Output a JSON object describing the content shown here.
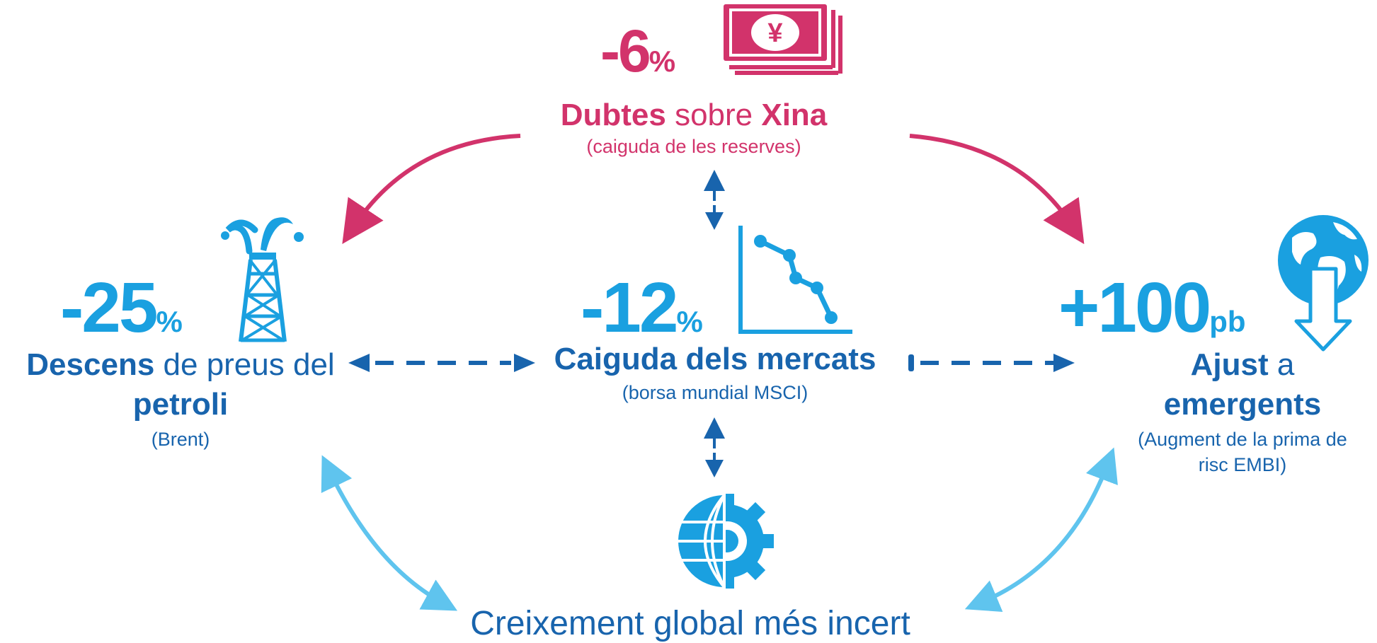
{
  "china": {
    "value": "-6",
    "unit": "%",
    "title_bold_1": "Dubtes",
    "title_mid": " sobre ",
    "title_bold_2": "Xina",
    "subtitle": "(caiguda de les reserves)",
    "currency_symbol": "¥"
  },
  "oil": {
    "value": "-25",
    "unit": "%",
    "title_bold": "Descens",
    "title_rest": " de preus del",
    "title_line2": "petroli",
    "subtitle": "(Brent)"
  },
  "markets": {
    "value": "-12",
    "unit": "%",
    "title": "Caiguda dels mercats",
    "subtitle": "(borsa mundial MSCI)"
  },
  "emerging": {
    "value": "+100",
    "unit": "pb",
    "title_bold": "Ajust",
    "title_rest": " a",
    "title_line2": "emergents",
    "subtitle_line1": "(Augment de la prima de",
    "subtitle_line2": "risc EMBI)"
  },
  "growth": {
    "title": "Creixement global més incert"
  },
  "colors": {
    "magenta": "#d2336b",
    "cyan": "#1aa0e0",
    "navy": "#1864ad",
    "light_cyan": "#5fc4ee"
  }
}
